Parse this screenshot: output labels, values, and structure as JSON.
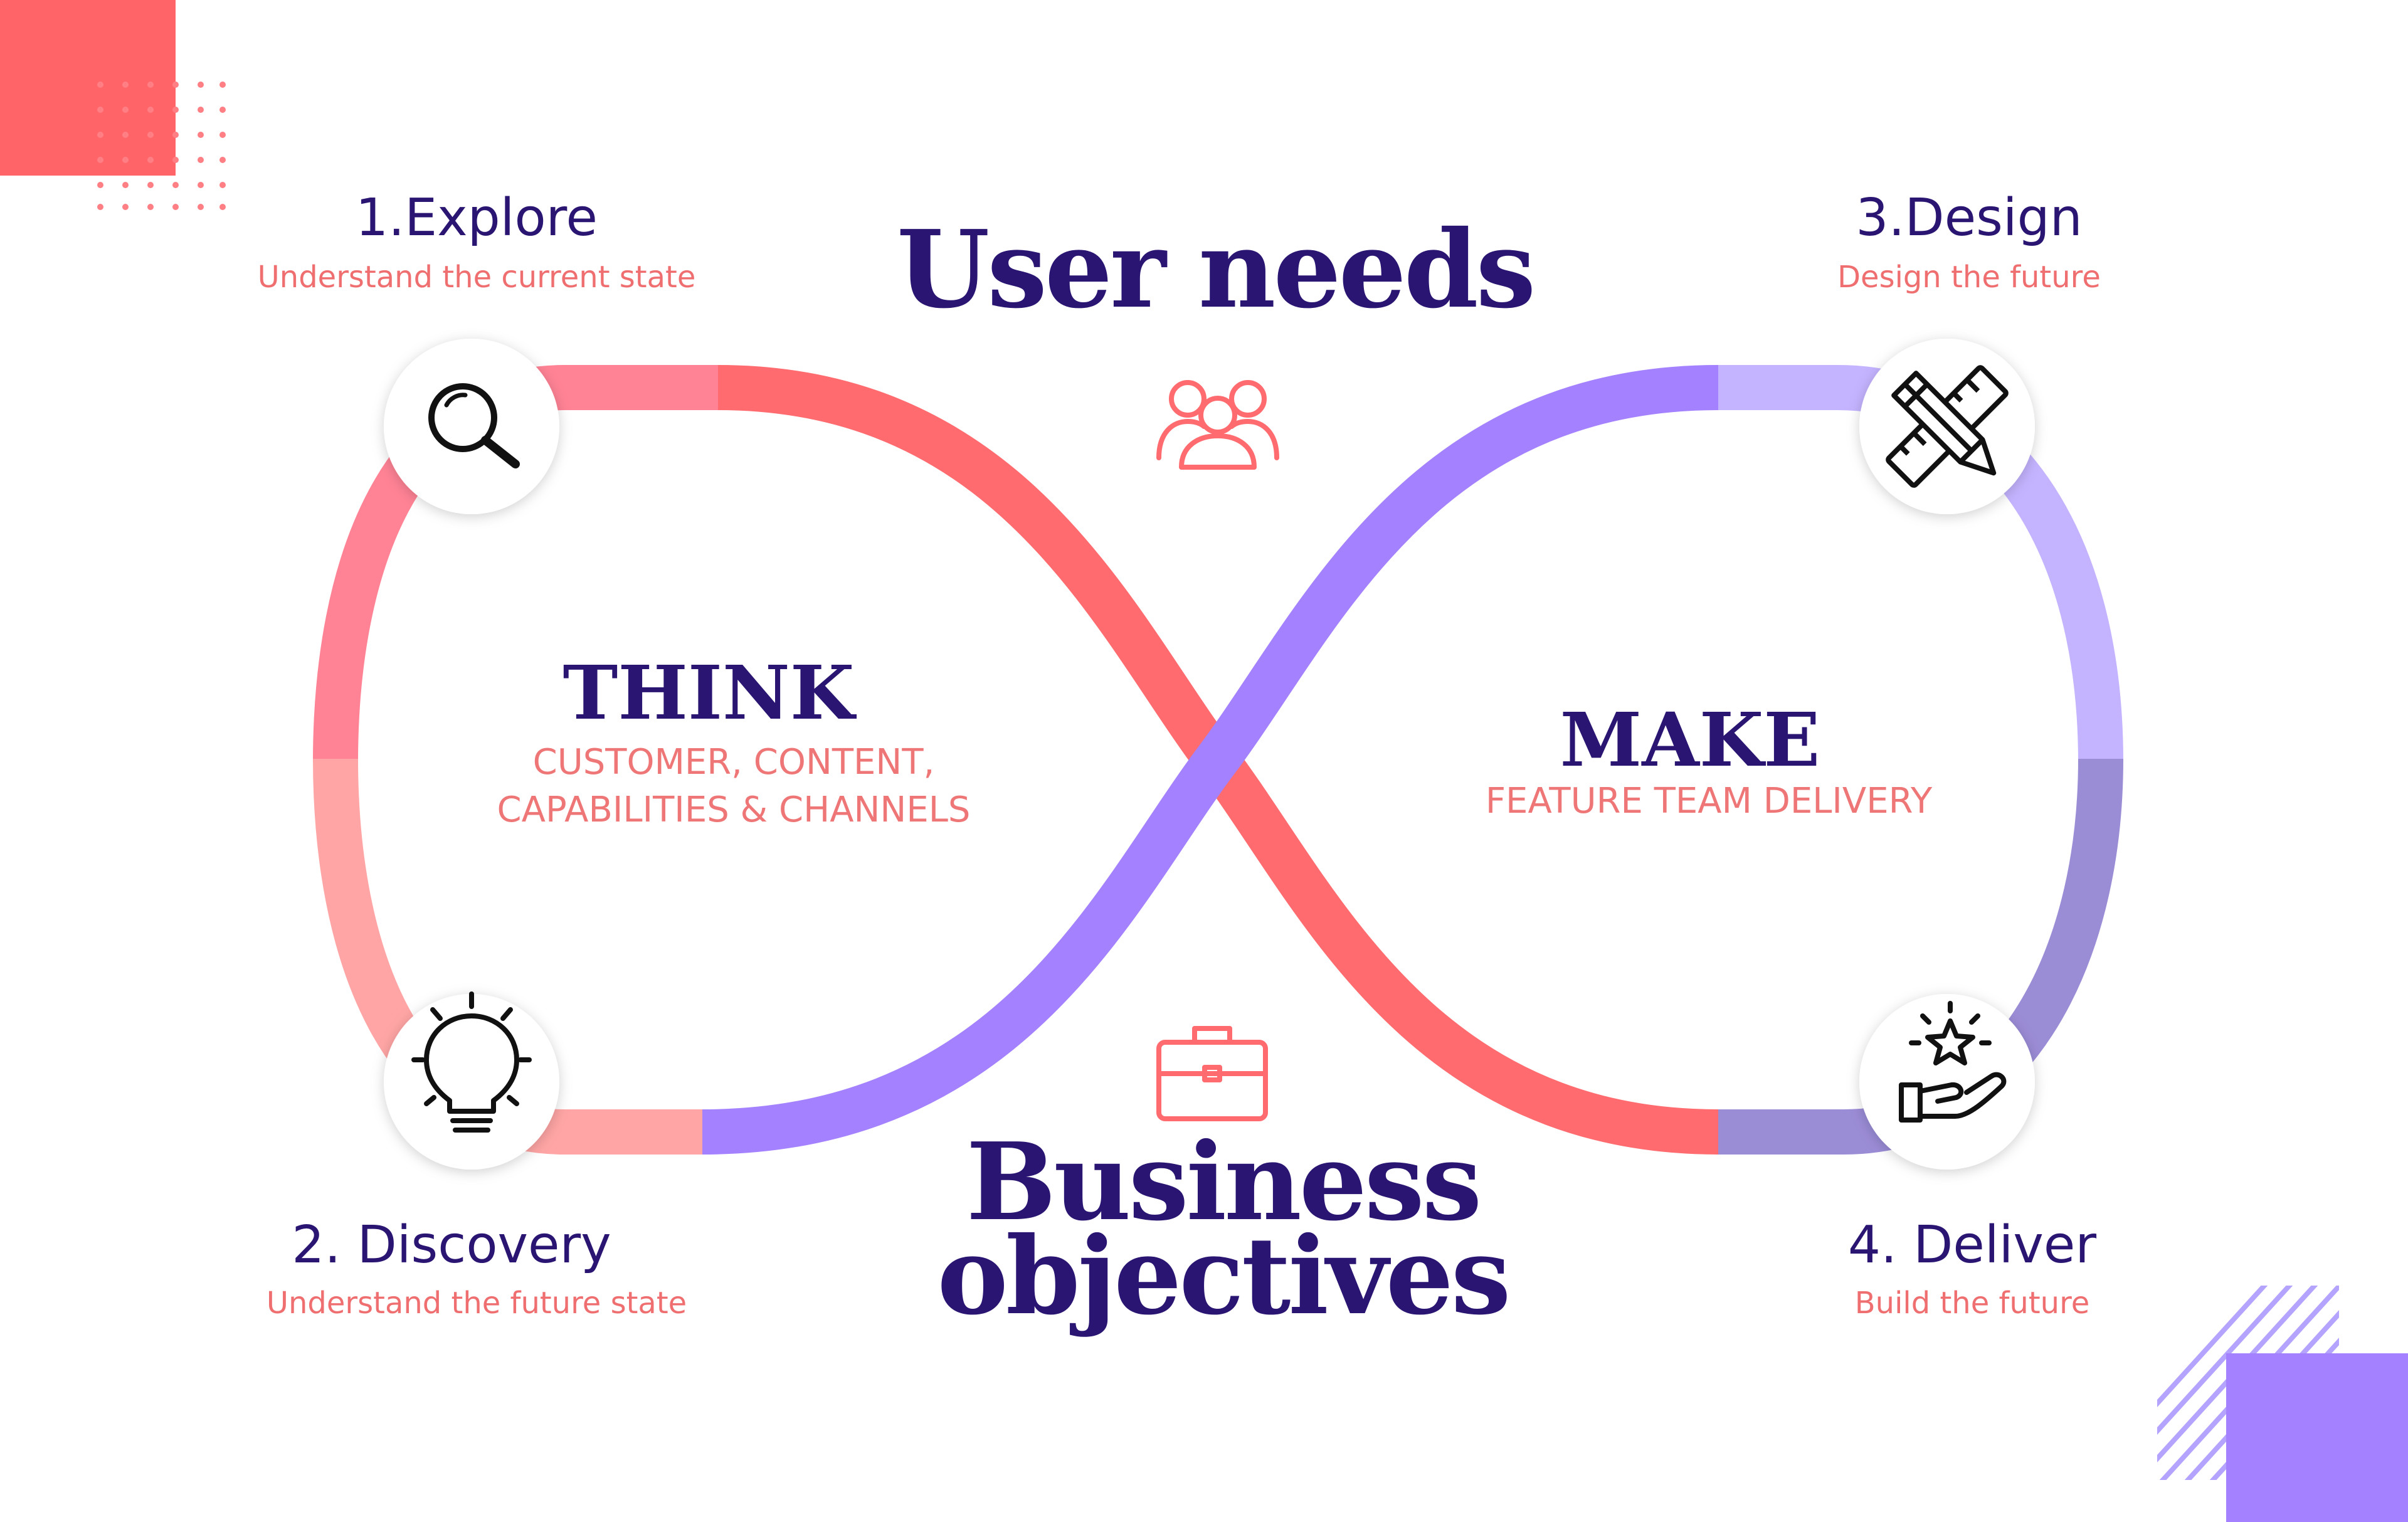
{
  "heading_top": "User needs",
  "heading_bottom": [
    "Business",
    "objectives"
  ],
  "phases": {
    "think": {
      "title": "THINK",
      "subtitle_lines": [
        "CUSTOMER, CONTENT,",
        "CAPABILITIES & CHANNELS"
      ]
    },
    "make": {
      "title": "MAKE",
      "subtitle": "FEATURE TEAM DELIVERY"
    }
  },
  "steps": [
    {
      "title": "1.Explore",
      "subtitle": "Understand the current state",
      "icon": "magnifier-icon"
    },
    {
      "title": "2. Discovery",
      "subtitle": "Understand the future state",
      "icon": "lightbulb-icon"
    },
    {
      "title": "3.Design",
      "subtitle": "Design the future",
      "icon": "pencil-ruler-icon"
    },
    {
      "title": "4. Deliver",
      "subtitle": "Build the future",
      "icon": "hand-star-icon"
    }
  ],
  "colors": {
    "navy": "#2a1672",
    "coral": "#ff6b6f",
    "pink": "#ff8395",
    "light_pink": "#ffa5a5",
    "purple": "#a381ff",
    "light_purple": "#c4b3ff",
    "muted_purple": "#9b8cd6",
    "accent_coral": "#ff6469"
  }
}
